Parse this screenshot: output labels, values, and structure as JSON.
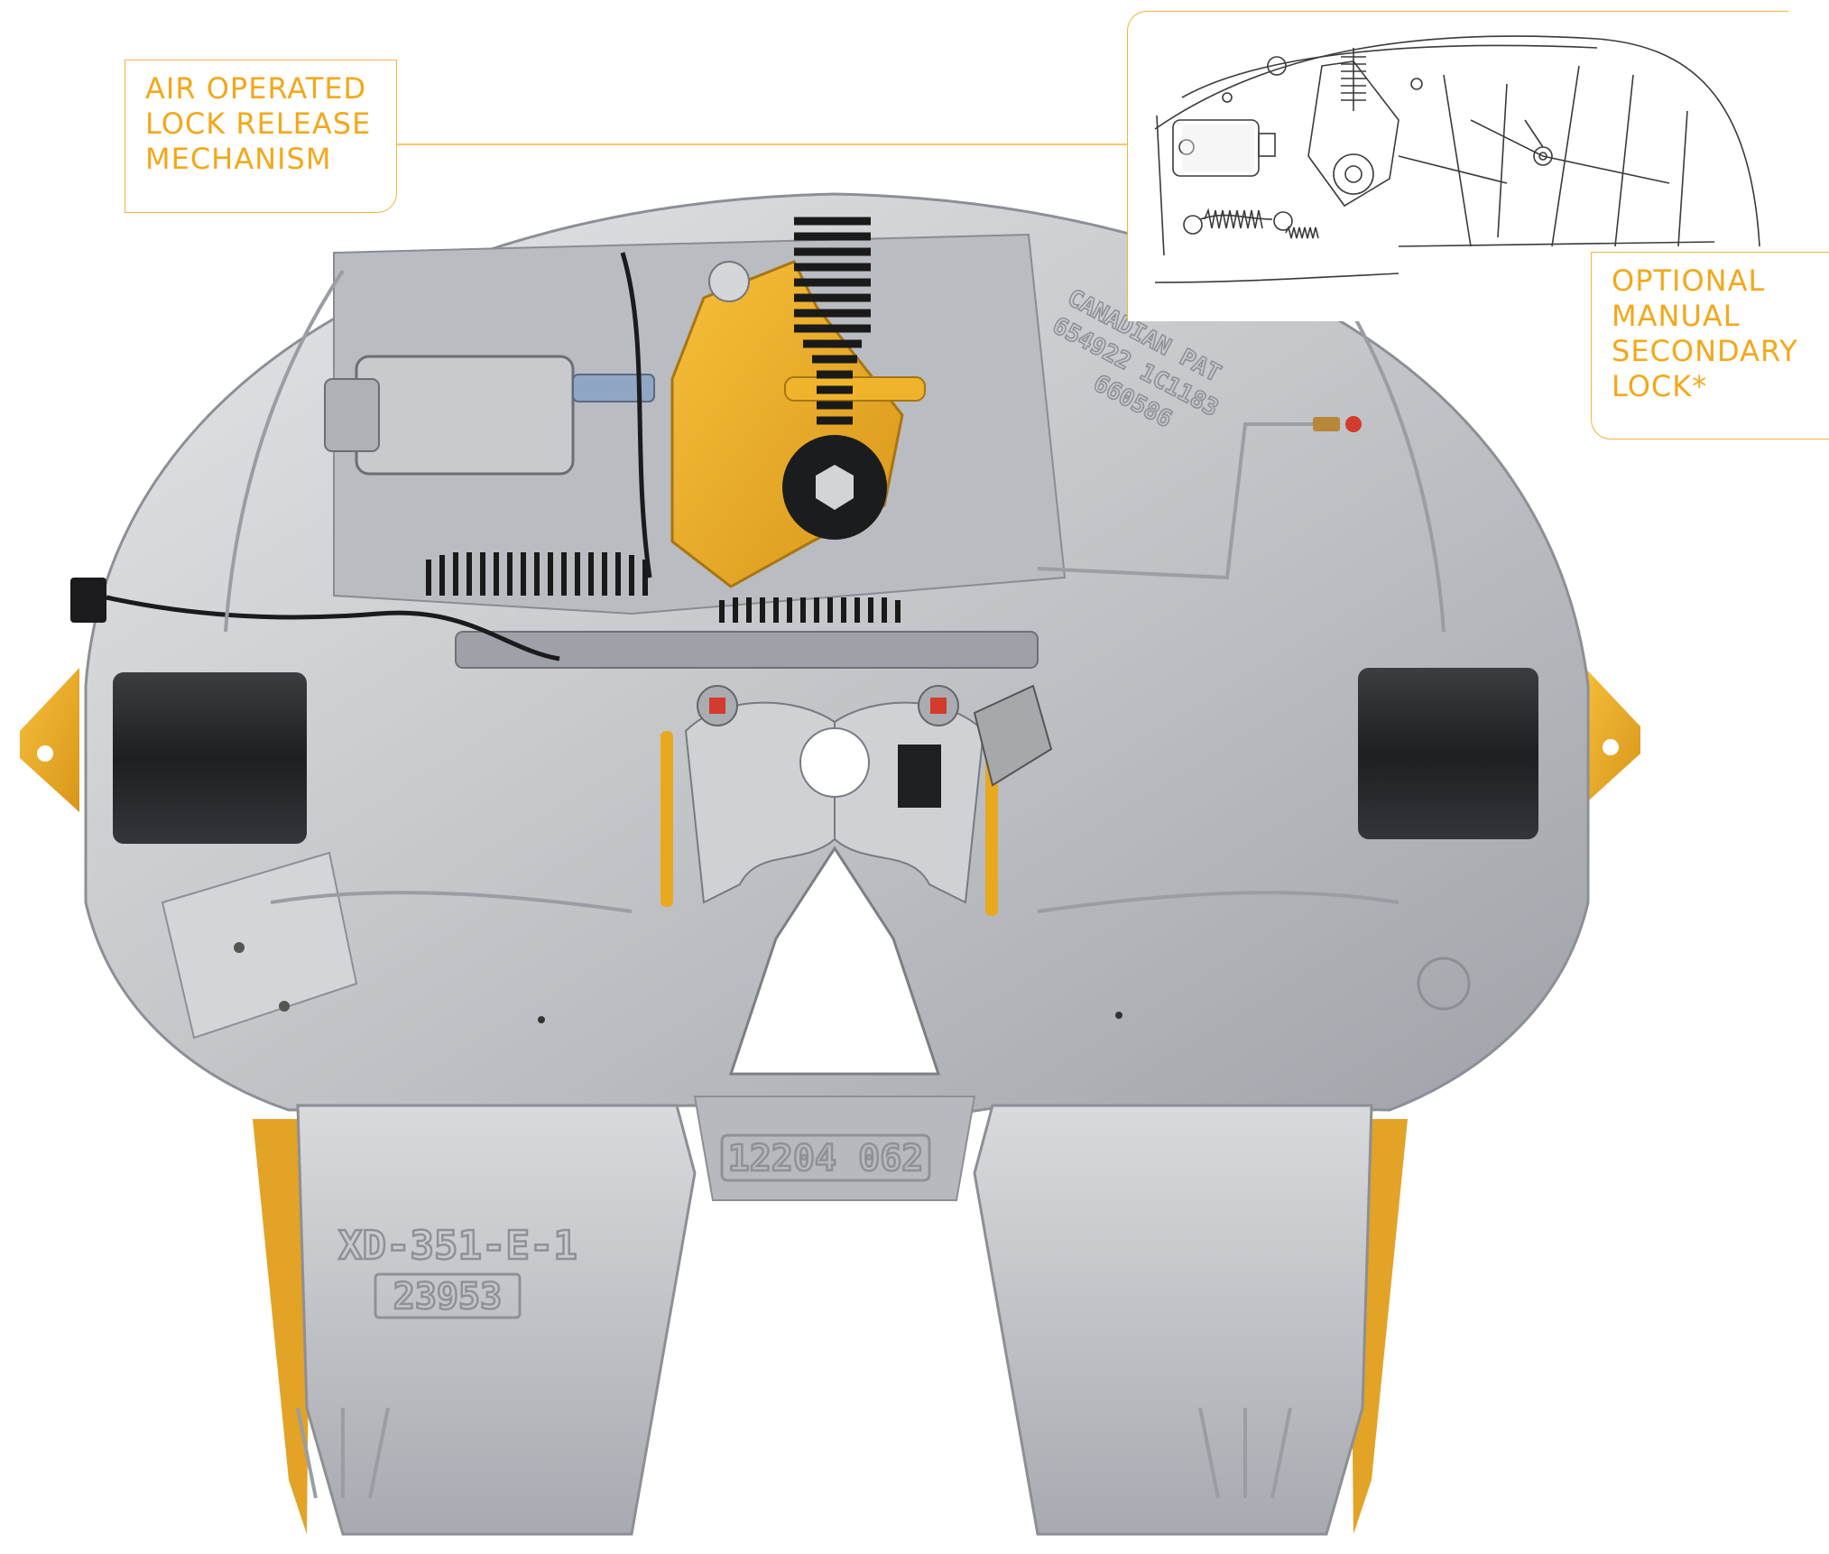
{
  "callouts": {
    "air_lock_release": [
      "AIR OPERATED",
      "LOCK RELEASE",
      "MECHANISM"
    ],
    "manual_secondary_lock": [
      "OPTIONAL",
      "MANUAL",
      "SECONDARY",
      "LOCK*"
    ]
  },
  "castings": {
    "part_number": "12204 062",
    "model": "XD-351-E-1",
    "serial": "23953",
    "patent_line1": "CANADIAN PAT",
    "patent_line2": "654922 1C1183",
    "patent_line3": "660586"
  },
  "colors": {
    "accent": "#f3b33d",
    "callout_text": "#f3a81a",
    "casting": "#c9cbcf",
    "lock_handle": "#e8a921"
  },
  "icons": [
    "fifth-wheel-photo",
    "mechanism-diagram"
  ]
}
